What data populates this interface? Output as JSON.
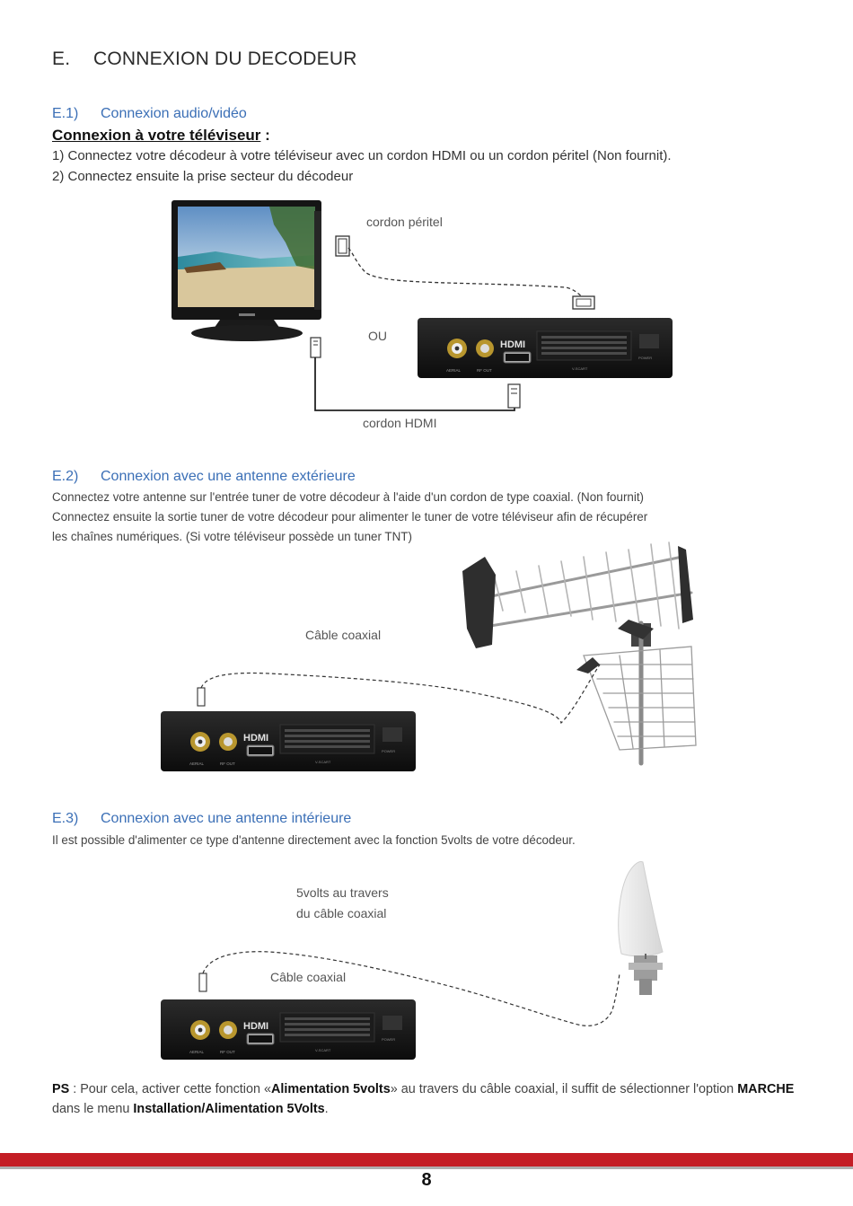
{
  "section": {
    "number": "E.",
    "title": "CONNEXION DU DECODEUR"
  },
  "s1": {
    "number": "E.1)",
    "title": "Connexion audio/vidéo",
    "subheading": "Connexion à votre téléviseur",
    "subheading_suffix": " :",
    "line1": "1) Connectez votre décodeur à votre téléviseur avec un cordon HDMI ou un cordon péritel (Non fournit).",
    "line2": "2) Connectez ensuite la prise secteur du décodeur",
    "label_peritel": "cordon péritel",
    "label_ou": "OU",
    "label_hdmi": "cordon HDMI"
  },
  "s2": {
    "number": "E.2)",
    "title": "Connexion avec une antenne extérieure",
    "line1": "Connectez votre antenne sur l'entrée tuner de votre décodeur à l'aide d'un cordon de type coaxial. (Non fournit)",
    "line2": "Connectez ensuite la sortie tuner de votre décodeur pour alimenter le tuner de votre téléviseur afin de récupérer",
    "line3": "les chaînes numériques. (Si votre téléviseur possède un tuner TNT)",
    "label_cable": "Câble coaxial"
  },
  "s3": {
    "number": "E.3)",
    "title": "Connexion avec une antenne intérieure",
    "line1": "Il est possible d'alimenter ce type d'antenne directement avec la fonction 5volts de votre décodeur.",
    "label_5v_line1": "5volts au travers",
    "label_5v_line2": "du câble coaxial",
    "label_cable": "Câble coaxial"
  },
  "ps": {
    "lead": "PS",
    "t1": " : Pour cela, activer cette fonction «",
    "b1": "Alimentation 5volts",
    "t2": "» au travers du câble coaxial, il suffit de sélectionner l'option ",
    "b2": "MARCHE",
    "t3": " dans le menu ",
    "b3": "Installation/Alimentation 5Volts",
    "t4": "."
  },
  "decoder": {
    "port1": "AERIAL",
    "port2": "RF OUT",
    "brand": "HDMI",
    "scart": "V-SCART",
    "power": "POWER"
  },
  "footer": {
    "page_number": "8"
  },
  "colors": {
    "accent_blue": "#3b6fb6",
    "footer_red": "#c41e25"
  }
}
